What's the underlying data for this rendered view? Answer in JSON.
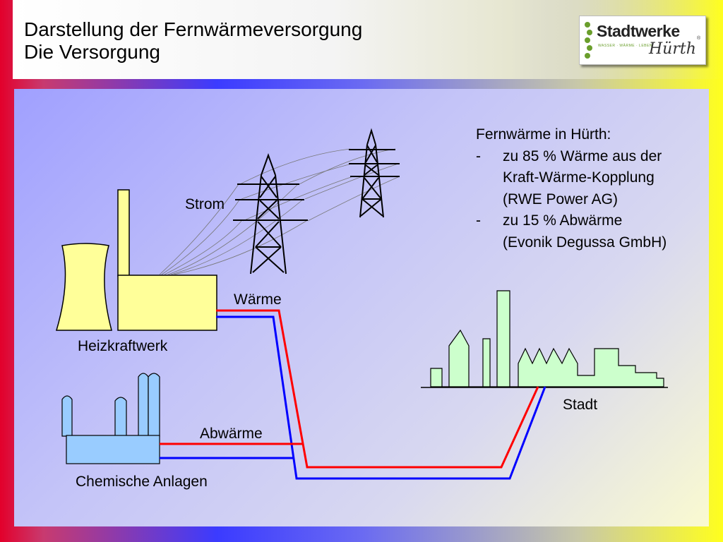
{
  "slide": {
    "title_line1": "Darstellung der Fernwärmeversorgung",
    "title_line2": "Die Versorgung"
  },
  "logo": {
    "name": "Stadtwerke",
    "tagline": "WASSER · WÄRME · LEBEN",
    "city": "Hürth",
    "reg": "®",
    "accent_color": "#6a9e2c"
  },
  "diagram": {
    "labels": {
      "strom": "Strom",
      "waerme": "Wärme",
      "heizkraftwerk": "Heizkraftwerk",
      "abwaerme": "Abwärme",
      "chemische_anlagen": "Chemische Anlagen",
      "stadt": "Stadt"
    },
    "colors": {
      "supply_line": "#ff0000",
      "return_line": "#0000ff",
      "power_plant_fill": "#ffff99",
      "chemical_fill": "#99ccff",
      "city_fill": "#ccffcc"
    }
  },
  "info": {
    "heading": "Fernwärme in Hürth:",
    "items": [
      {
        "bullet": "-",
        "line1": "zu 85 % Wärme aus der",
        "line2": "Kraft-Wärme-Kopplung",
        "line3": "(RWE Power AG)"
      },
      {
        "bullet": "-",
        "line1": "zu 15 % Abwärme",
        "line2": "(Evonik Degussa GmbH)"
      }
    ]
  }
}
